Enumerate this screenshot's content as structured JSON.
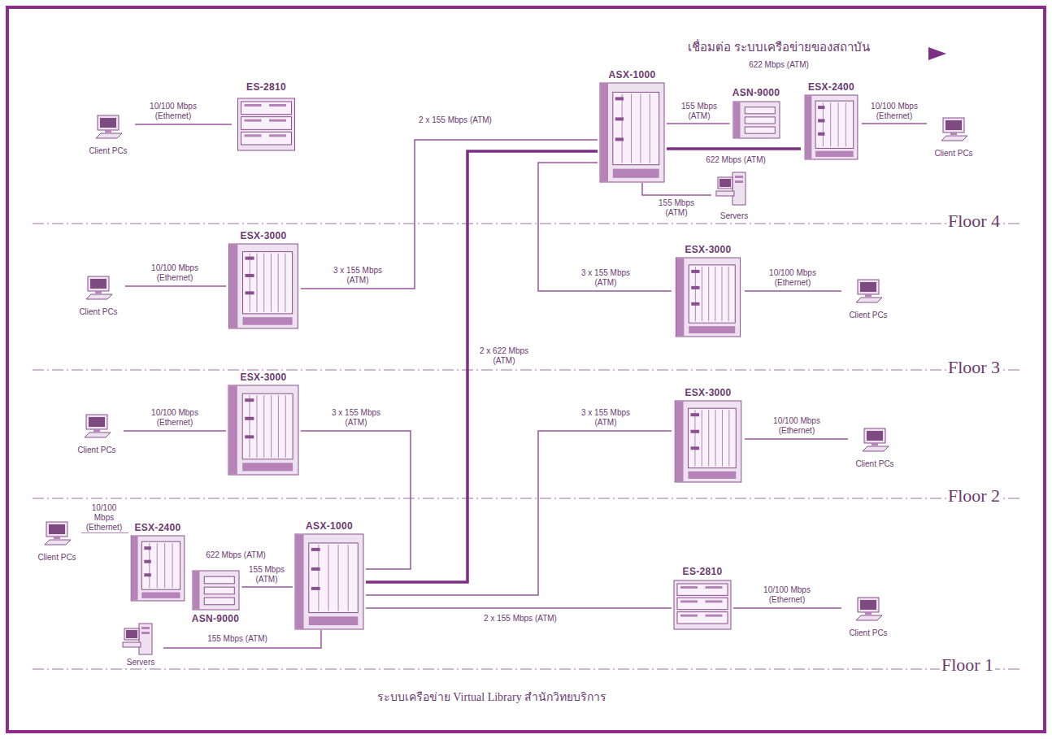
{
  "diagram": {
    "caption": "ระบบเครือข่าย Virtual Library สำนักวิทยบริการ",
    "nodes": [
      {
        "text": [
          "ES-2810"
        ]
      },
      {
        "text": [
          "Client PCs"
        ]
      },
      {
        "text": [
          "ASX-1000"
        ]
      },
      {
        "text": [
          "ASN-9000"
        ]
      },
      {
        "text": [
          "ESX-2400"
        ]
      },
      {
        "text": [
          "Client PCs"
        ]
      },
      {
        "text": [
          "Servers"
        ]
      },
      {
        "text": [
          "ESX-3000"
        ]
      },
      {
        "text": [
          "Client PCs"
        ]
      },
      {
        "text": [
          "ESX-3000"
        ]
      },
      {
        "text": [
          "Client PCs"
        ]
      },
      {
        "text": [
          "ESX-3000"
        ]
      },
      {
        "text": [
          "Client PCs"
        ]
      },
      {
        "text": [
          "ESX-3000"
        ]
      },
      {
        "text": [
          "Client PCs"
        ]
      },
      {
        "text": [
          "Client PCs"
        ]
      },
      {
        "text": [
          "ESX-2400"
        ]
      },
      {
        "text": [
          "ASN-9000"
        ]
      },
      {
        "text": [
          "ASX-1000"
        ]
      },
      {
        "text": [
          "Servers"
        ]
      },
      {
        "text": [
          "ES-2810"
        ]
      },
      {
        "text": [
          "Client PCs"
        ]
      }
    ],
    "edges": [
      {
        "from": 1,
        "to": 0,
        "arrow": "none",
        "label": "10/100 Mbps (Ethernet)"
      },
      {
        "from": 2,
        "to": 3,
        "arrow": "none",
        "label": "155 Mbps (ATM)"
      },
      {
        "from": 2,
        "to": 4,
        "arrow": "none",
        "label": "622 Mbps (ATM)"
      },
      {
        "from": 4,
        "to": 5,
        "arrow": "none",
        "label": "10/100 Mbps (Ethernet)"
      },
      {
        "from": 2,
        "to": 6,
        "arrow": "none",
        "label": "155 Mbps (ATM)"
      },
      {
        "from": 7,
        "to": 2,
        "arrow": "none",
        "label": "3 x 155 Mbps (ATM)"
      },
      {
        "from": 8,
        "to": 7,
        "arrow": "none",
        "label": "10/100 Mbps (Ethernet)"
      },
      {
        "from": 2,
        "to": 9,
        "arrow": "none",
        "label": "3 x 155 Mbps (ATM)"
      },
      {
        "from": 9,
        "to": 10,
        "arrow": "none",
        "label": "10/100 Mbps (Ethernet)"
      },
      {
        "from": 12,
        "to": 11,
        "arrow": "none",
        "label": "10/100 Mbps (Ethernet)"
      },
      {
        "from": 11,
        "to": 18,
        "arrow": "none",
        "label": "3 x 155 Mbps (ATM)"
      },
      {
        "from": 13,
        "to": 14,
        "arrow": "none",
        "label": "10/100 Mbps (Ethernet)"
      },
      {
        "from": 18,
        "to": 13,
        "arrow": "none",
        "label": "3 x 155 Mbps (ATM)"
      },
      {
        "from": 2,
        "to": 18,
        "arrow": "none",
        "label": "2 x 622 Mbps (ATM)"
      },
      {
        "from": 15,
        "to": 16,
        "arrow": "none",
        "label": "10/100 Mbps (Ethernet)"
      },
      {
        "from": 17,
        "to": 18,
        "arrow": "none",
        "label": "155 Mbps (ATM)"
      },
      {
        "from": 19,
        "to": 18,
        "arrow": "none",
        "label": "155 Mbps (ATM)"
      },
      {
        "from": 18,
        "to": 20,
        "arrow": "none",
        "label": "2 x 155 Mbps (ATM)"
      },
      {
        "from": 20,
        "to": 21,
        "arrow": "none",
        "label": "10/100 Mbps (Ethernet)"
      }
    ],
    "labels": [
      "เชื่อมต่อ ระบบเครือข่ายของสถาบัน",
      "622 Mbps (ATM)",
      "2 x 155 Mbps (ATM)",
      "Floor 4",
      "Floor 3",
      "Floor 2",
      "622 Mbps (ATM)",
      "Floor 1"
    ]
  }
}
